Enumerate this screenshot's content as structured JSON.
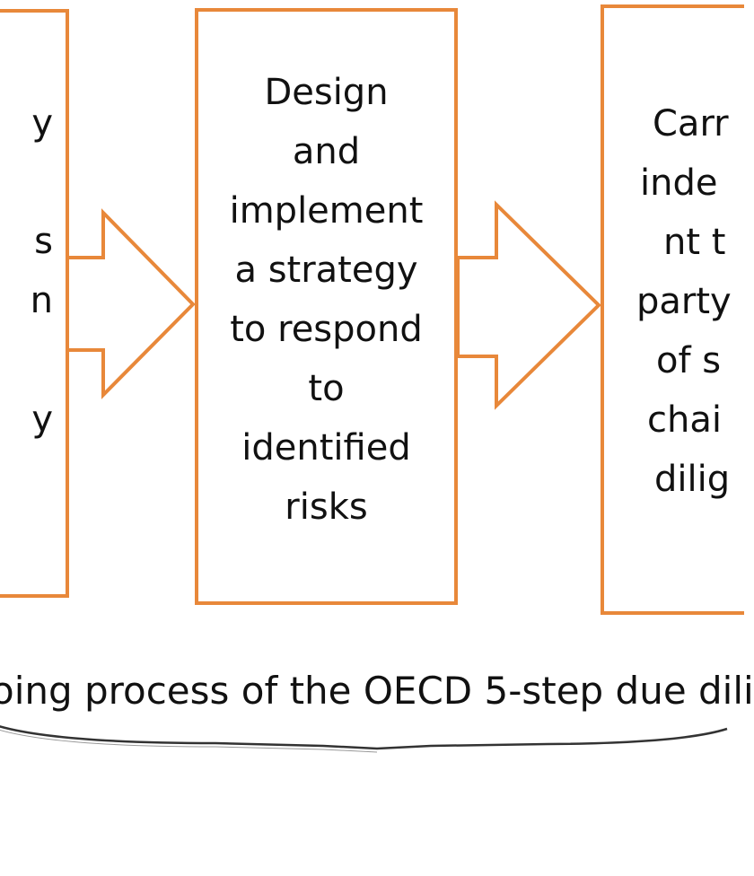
{
  "steps": [
    {
      "id": "left",
      "lines": [
        "y",
        "",
        "s",
        "n",
        "",
        "y"
      ]
    },
    {
      "id": "middle",
      "lines": [
        "Design",
        "and",
        "implement",
        "a strategy",
        "to respond",
        "to",
        "identified",
        "risks"
      ]
    },
    {
      "id": "right",
      "lines": [
        "Carr",
        "inde",
        "nt t",
        "party",
        "of s",
        "chai",
        "dilig"
      ]
    }
  ],
  "footer": {
    "text": "oing process of the OECD 5-step due dili"
  },
  "colors": {
    "box_border": "#e8883a",
    "arrow_border": "#e8883a",
    "text": "#111111",
    "brace": "#333333"
  }
}
